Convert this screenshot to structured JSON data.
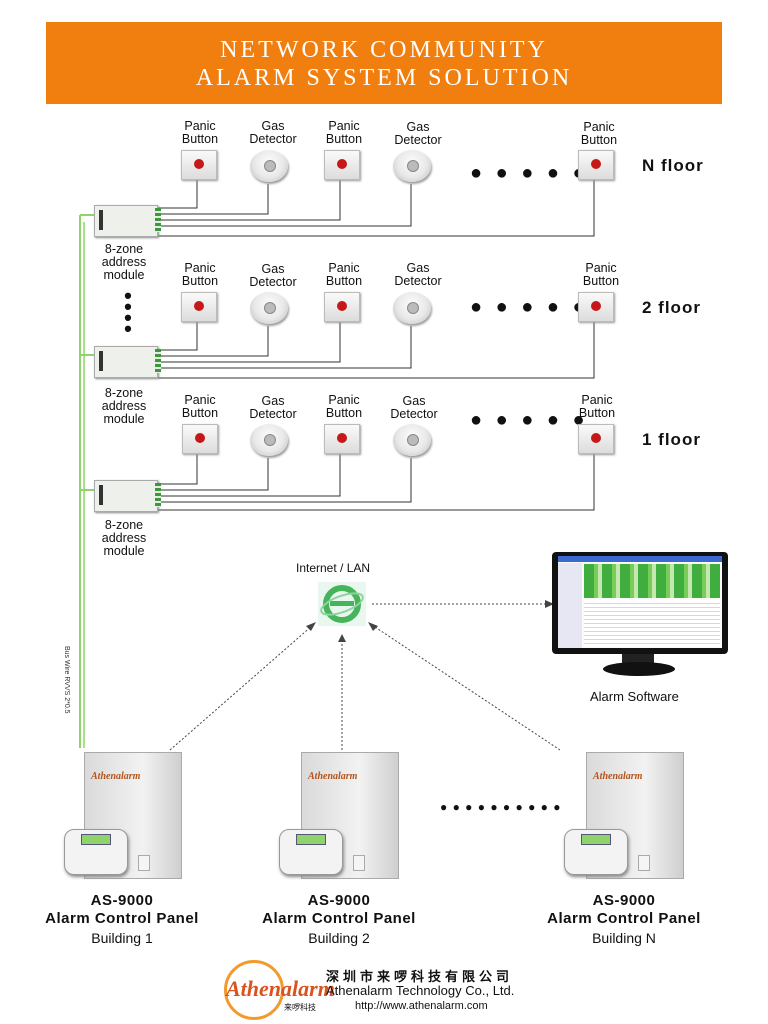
{
  "header": {
    "title_line1": "NETWORK COMMUNITY",
    "title_line2": "ALARM SYSTEM SOLUTION"
  },
  "device_labels": {
    "panic_line1": "Panic",
    "panic_line2": "Button",
    "gas_line1": "Gas",
    "gas_line2": "Detector",
    "ellipsis": "● ● ● ● ●"
  },
  "floors": [
    {
      "label": "N floor"
    },
    {
      "label": "2 floor"
    },
    {
      "label": "1 floor"
    }
  ],
  "module": {
    "line1": "8-zone",
    "line2": "address",
    "line3": "module"
  },
  "bus_wire_label": "Bus Wire RVVS 2*0.5",
  "network": {
    "label": "Internet / LAN"
  },
  "software": {
    "label": "Alarm Software"
  },
  "panels": [
    {
      "logo": "Athenalarm",
      "model": "AS-9000",
      "name": "Alarm Control Panel",
      "building": "Building 1"
    },
    {
      "logo": "Athenalarm",
      "model": "AS-9000",
      "name": "Alarm Control Panel",
      "building": "Building 2"
    },
    {
      "logo": "Athenalarm",
      "model": "AS-9000",
      "name": "Alarm Control Panel",
      "building": "Building N"
    }
  ],
  "panel_ellipsis": "● ● ● ● ● ● ● ● ● ●",
  "footer": {
    "logo": "Athenalarm",
    "logo_cn": "来啰科技",
    "company_cn": "深圳市来啰科技有限公司",
    "company_en": "Athenalarm Technology Co., Ltd.",
    "url": "http://www.athenalarm.com"
  },
  "colors": {
    "banner": "#f07f0f",
    "bus_wire": "#8fd46a",
    "panic_red": "#c51818"
  }
}
